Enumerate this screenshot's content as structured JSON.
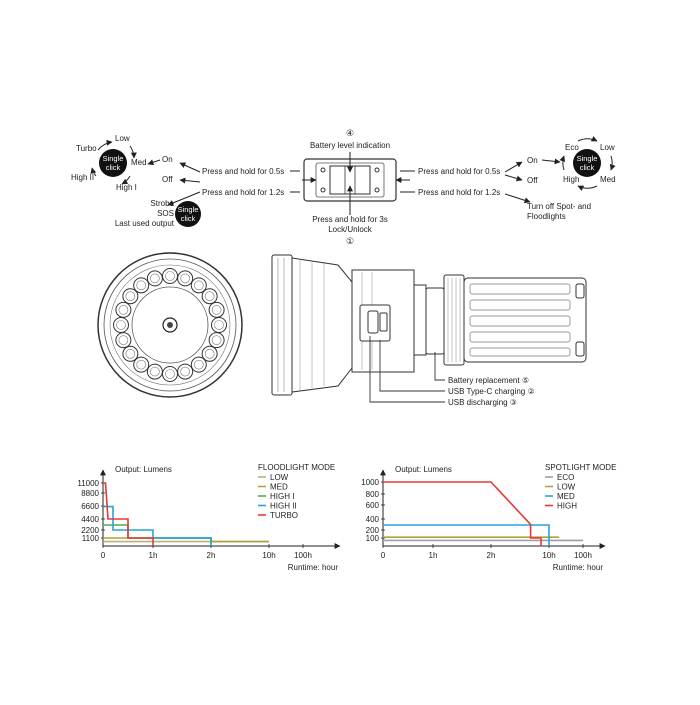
{
  "colors": {
    "low": "#b7b27a",
    "med": "#b0a23a",
    "high1": "#4caf50",
    "high2": "#29a3d6",
    "turbo": "#e53935",
    "eco": "#9aa0a6"
  },
  "flood_ui": {
    "turbo": "Turbo",
    "low": "Low",
    "med": "Med",
    "high2": "High II",
    "high1": "High I",
    "single": "Single",
    "click": "click",
    "on": "On",
    "off": "Off",
    "strobe": "Strobe",
    "sos": "SOS",
    "last_used": "Last used output",
    "hold05": "Press and hold for 0.5s",
    "hold12": "Press and hold for 1.2s"
  },
  "center_ui": {
    "num4": "④",
    "battery_level": "Battery level indication",
    "hold3": "Press and hold for 3s",
    "lock": "Lock/Unlock",
    "num1": "①"
  },
  "spot_ui": {
    "eco": "Eco",
    "low": "Low",
    "high": "High",
    "med": "Med",
    "single": "Single",
    "click": "click",
    "on": "On",
    "off": "Off",
    "hold05": "Press and hold for 0.5s",
    "hold12": "Press and hold for 1.2s",
    "turn_off1": "Turn off Spot- and",
    "turn_off2": "Floodlights"
  },
  "callouts": {
    "battery_replacement": "Battery replacement ⑤",
    "usb_c": "USB Type-C charging ②",
    "usb_dis": "USB discharging ③"
  },
  "chart_data": [
    {
      "type": "line",
      "output_label": "Output: Lumens",
      "legend_title": "FLOODLIGHT MODE",
      "xlabel": "Runtime: hour",
      "y_ticks": [
        "11000",
        "8800",
        "6600",
        "4400",
        "2200",
        "1100"
      ],
      "x_ticks": [
        "0",
        "1h",
        "2h",
        "10h",
        "100h"
      ],
      "series": [
        {
          "name": "LOW",
          "color_key": "low",
          "points": [
            [
              "0",
              600
            ],
            [
              "10h",
              600
            ]
          ]
        },
        {
          "name": "MED",
          "color_key": "med",
          "points": [
            [
              "0",
              1100
            ],
            [
              "2h",
              1100
            ],
            [
              "2h",
              600
            ],
            [
              "10h",
              600
            ]
          ]
        },
        {
          "name": "HIGH I",
          "color_key": "high1",
          "points": [
            [
              "0",
              3200
            ],
            [
              "0.5h",
              3200
            ],
            [
              "0.5h",
              1100
            ],
            [
              "2h",
              1100
            ],
            [
              "2h",
              0
            ]
          ]
        },
        {
          "name": "HIGH II",
          "color_key": "high2",
          "points": [
            [
              "0",
              6500
            ],
            [
              "0.2h",
              6500
            ],
            [
              "0.2h",
              2200
            ],
            [
              "1h",
              2200
            ],
            [
              "1h",
              1100
            ],
            [
              "2h",
              1100
            ],
            [
              "2h",
              0
            ]
          ]
        },
        {
          "name": "TURBO",
          "color_key": "turbo",
          "points": [
            [
              "0",
              11000
            ],
            [
              "0.05h",
              11000
            ],
            [
              "0.1h",
              4400
            ],
            [
              "0.5h",
              4400
            ],
            [
              "0.5h",
              1100
            ],
            [
              "1h",
              1100
            ],
            [
              "1h",
              0
            ]
          ]
        }
      ]
    },
    {
      "type": "line",
      "output_label": "Output: Lumens",
      "legend_title": "SPOTLIGHT MODE",
      "xlabel": "Runtime: hour",
      "y_ticks": [
        "1000",
        "800",
        "600",
        "400",
        "200",
        "100"
      ],
      "x_ticks": [
        "0",
        "1h",
        "2h",
        "10h",
        "100h"
      ],
      "series": [
        {
          "name": "ECO",
          "color_key": "eco",
          "points": [
            [
              "0",
              70
            ],
            [
              "100h",
              70
            ]
          ]
        },
        {
          "name": "LOW",
          "color_key": "med",
          "points": [
            [
              "0",
              110
            ],
            [
              "20h",
              110
            ]
          ]
        },
        {
          "name": "MED",
          "color_key": "high2",
          "points": [
            [
              "0",
              290
            ],
            [
              "10h",
              290
            ],
            [
              "10h",
              0
            ]
          ]
        },
        {
          "name": "HIGH",
          "color_key": "turbo",
          "points": [
            [
              "0",
              1000
            ],
            [
              "2h",
              1000
            ],
            [
              "6h",
              300
            ],
            [
              "6h",
              100
            ],
            [
              "8h",
              100
            ],
            [
              "8h",
              0
            ]
          ]
        }
      ]
    }
  ]
}
